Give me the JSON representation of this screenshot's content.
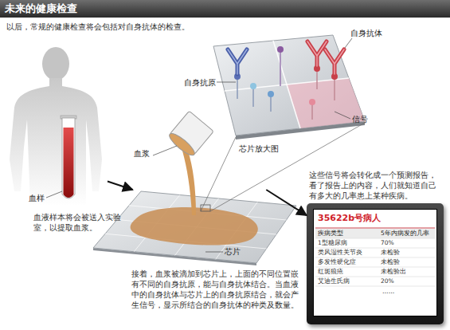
{
  "diagram": {
    "title": "未来的健康检查",
    "nodes": [
      {
        "text": [
          "血样"
        ]
      },
      {
        "text": [
          "芯片"
        ]
      },
      {
        "text": [
          "35622b号病人"
        ]
      }
    ],
    "edges": [
      {
        "from": 0,
        "to": 1,
        "arrow": "to"
      },
      {
        "from": 1,
        "to": 2,
        "arrow": "to"
      }
    ],
    "labels": [
      "以后，常规的健康检查将会包括对自身抗体的检查。",
      "自身抗原",
      "自身抗体",
      "信号",
      "芯片放大图",
      "血浆",
      "血液样本将会被送入实验室，以提取血浆。",
      "这些信号将会转化成一个预测报告，看了报告上的内容，人们就知道自己有多大的几率患上某种疾病。",
      "接着，血浆被滴加到芯片上，上面的不同位置嵌有不同的自身抗原，能与自身抗体结合。当血液中的自身抗体与芯片上的自身抗原结合，就会产生信号，显示所结合的自身抗体的种类及数量。",
      "疾病类型",
      "5年内病发的几率",
      "1型糖尿病",
      "70%",
      "类风湿性关节炎",
      "未检验",
      "多发性硬化症",
      "未检验",
      "红斑狼疮",
      "未检验出",
      "艾迪生氏病",
      "20%",
      "......"
    ]
  }
}
